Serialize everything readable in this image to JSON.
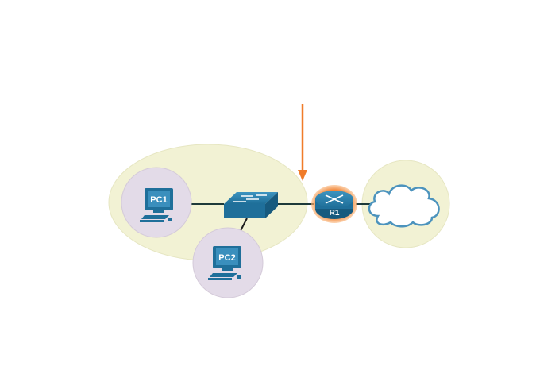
{
  "diagram": {
    "title": "",
    "devices": [
      {
        "id": "pc1",
        "type": "pc",
        "label": "PC1"
      },
      {
        "id": "pc2",
        "type": "pc",
        "label": "PC2"
      },
      {
        "id": "switch",
        "type": "switch",
        "label": ""
      },
      {
        "id": "r1",
        "type": "router",
        "label": "R1",
        "highlighted": true
      },
      {
        "id": "cloud",
        "type": "cloud",
        "label": ""
      }
    ],
    "links": [
      {
        "from": "pc1",
        "to": "switch"
      },
      {
        "from": "pc2",
        "to": "switch"
      },
      {
        "from": "switch",
        "to": "r1"
      },
      {
        "from": "r1",
        "to": "cloud"
      }
    ],
    "regions": [
      {
        "name": "lan",
        "contains": [
          "pc1",
          "pc2",
          "switch"
        ]
      },
      {
        "name": "internet",
        "contains": [
          "cloud"
        ]
      }
    ],
    "annotation": {
      "type": "arrow",
      "points_to": "lan-boundary",
      "color": "#f07c2a"
    },
    "colors": {
      "lan_fill": "#f2f2d4",
      "pc_bubble": "#e3dbe8",
      "device_blue": "#1f6f9a",
      "highlight": "#f07c2a",
      "link": "#1e3a3a"
    }
  }
}
